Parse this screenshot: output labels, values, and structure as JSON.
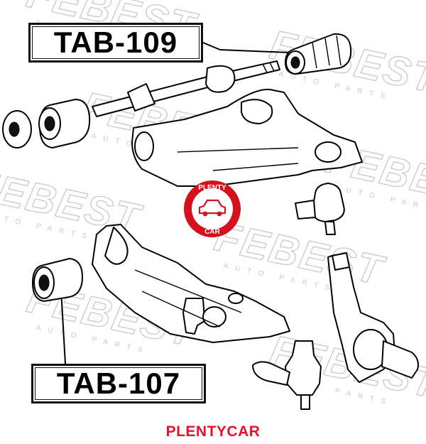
{
  "labels": {
    "top_part_number": "TAB-109",
    "bottom_part_number": "TAB-107"
  },
  "watermark": {
    "brand": "FEBEST",
    "tagline": "AUTO PARTS"
  },
  "logo": {
    "line1": "PLENTY",
    "line2": "CAR"
  },
  "footer": {
    "text": "PLENTYCAR"
  },
  "colors": {
    "footer_text": "#e8112d",
    "logo_red": "#d4121e",
    "watermark": "#c9c9c9",
    "line_art": "#000000"
  }
}
